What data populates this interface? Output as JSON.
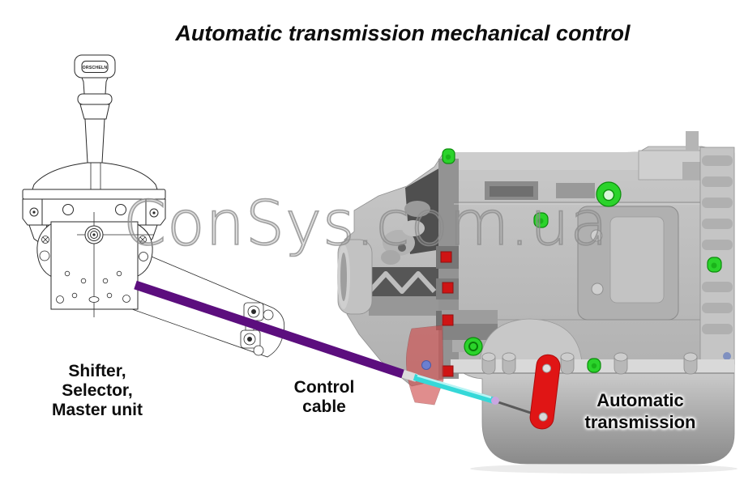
{
  "title": "Automatic transmission mechanical control",
  "watermark": "ConSys.com.ua",
  "shifter": {
    "knob_brand": "ORSCHELN",
    "label": [
      "Shifter,",
      "Selector,",
      "Master unit"
    ]
  },
  "cable": {
    "label": [
      "Control",
      "cable"
    ]
  },
  "transmission": {
    "label": [
      "Automatic",
      "transmission"
    ]
  },
  "colors": {
    "cable_purple": "#5c0e7e",
    "link_cyan": "#35d8d8",
    "lever_red": "#e01515",
    "marker_green": "#2bd32b",
    "marker_red": "#cf1414",
    "bracket_red": "#ce4949"
  }
}
